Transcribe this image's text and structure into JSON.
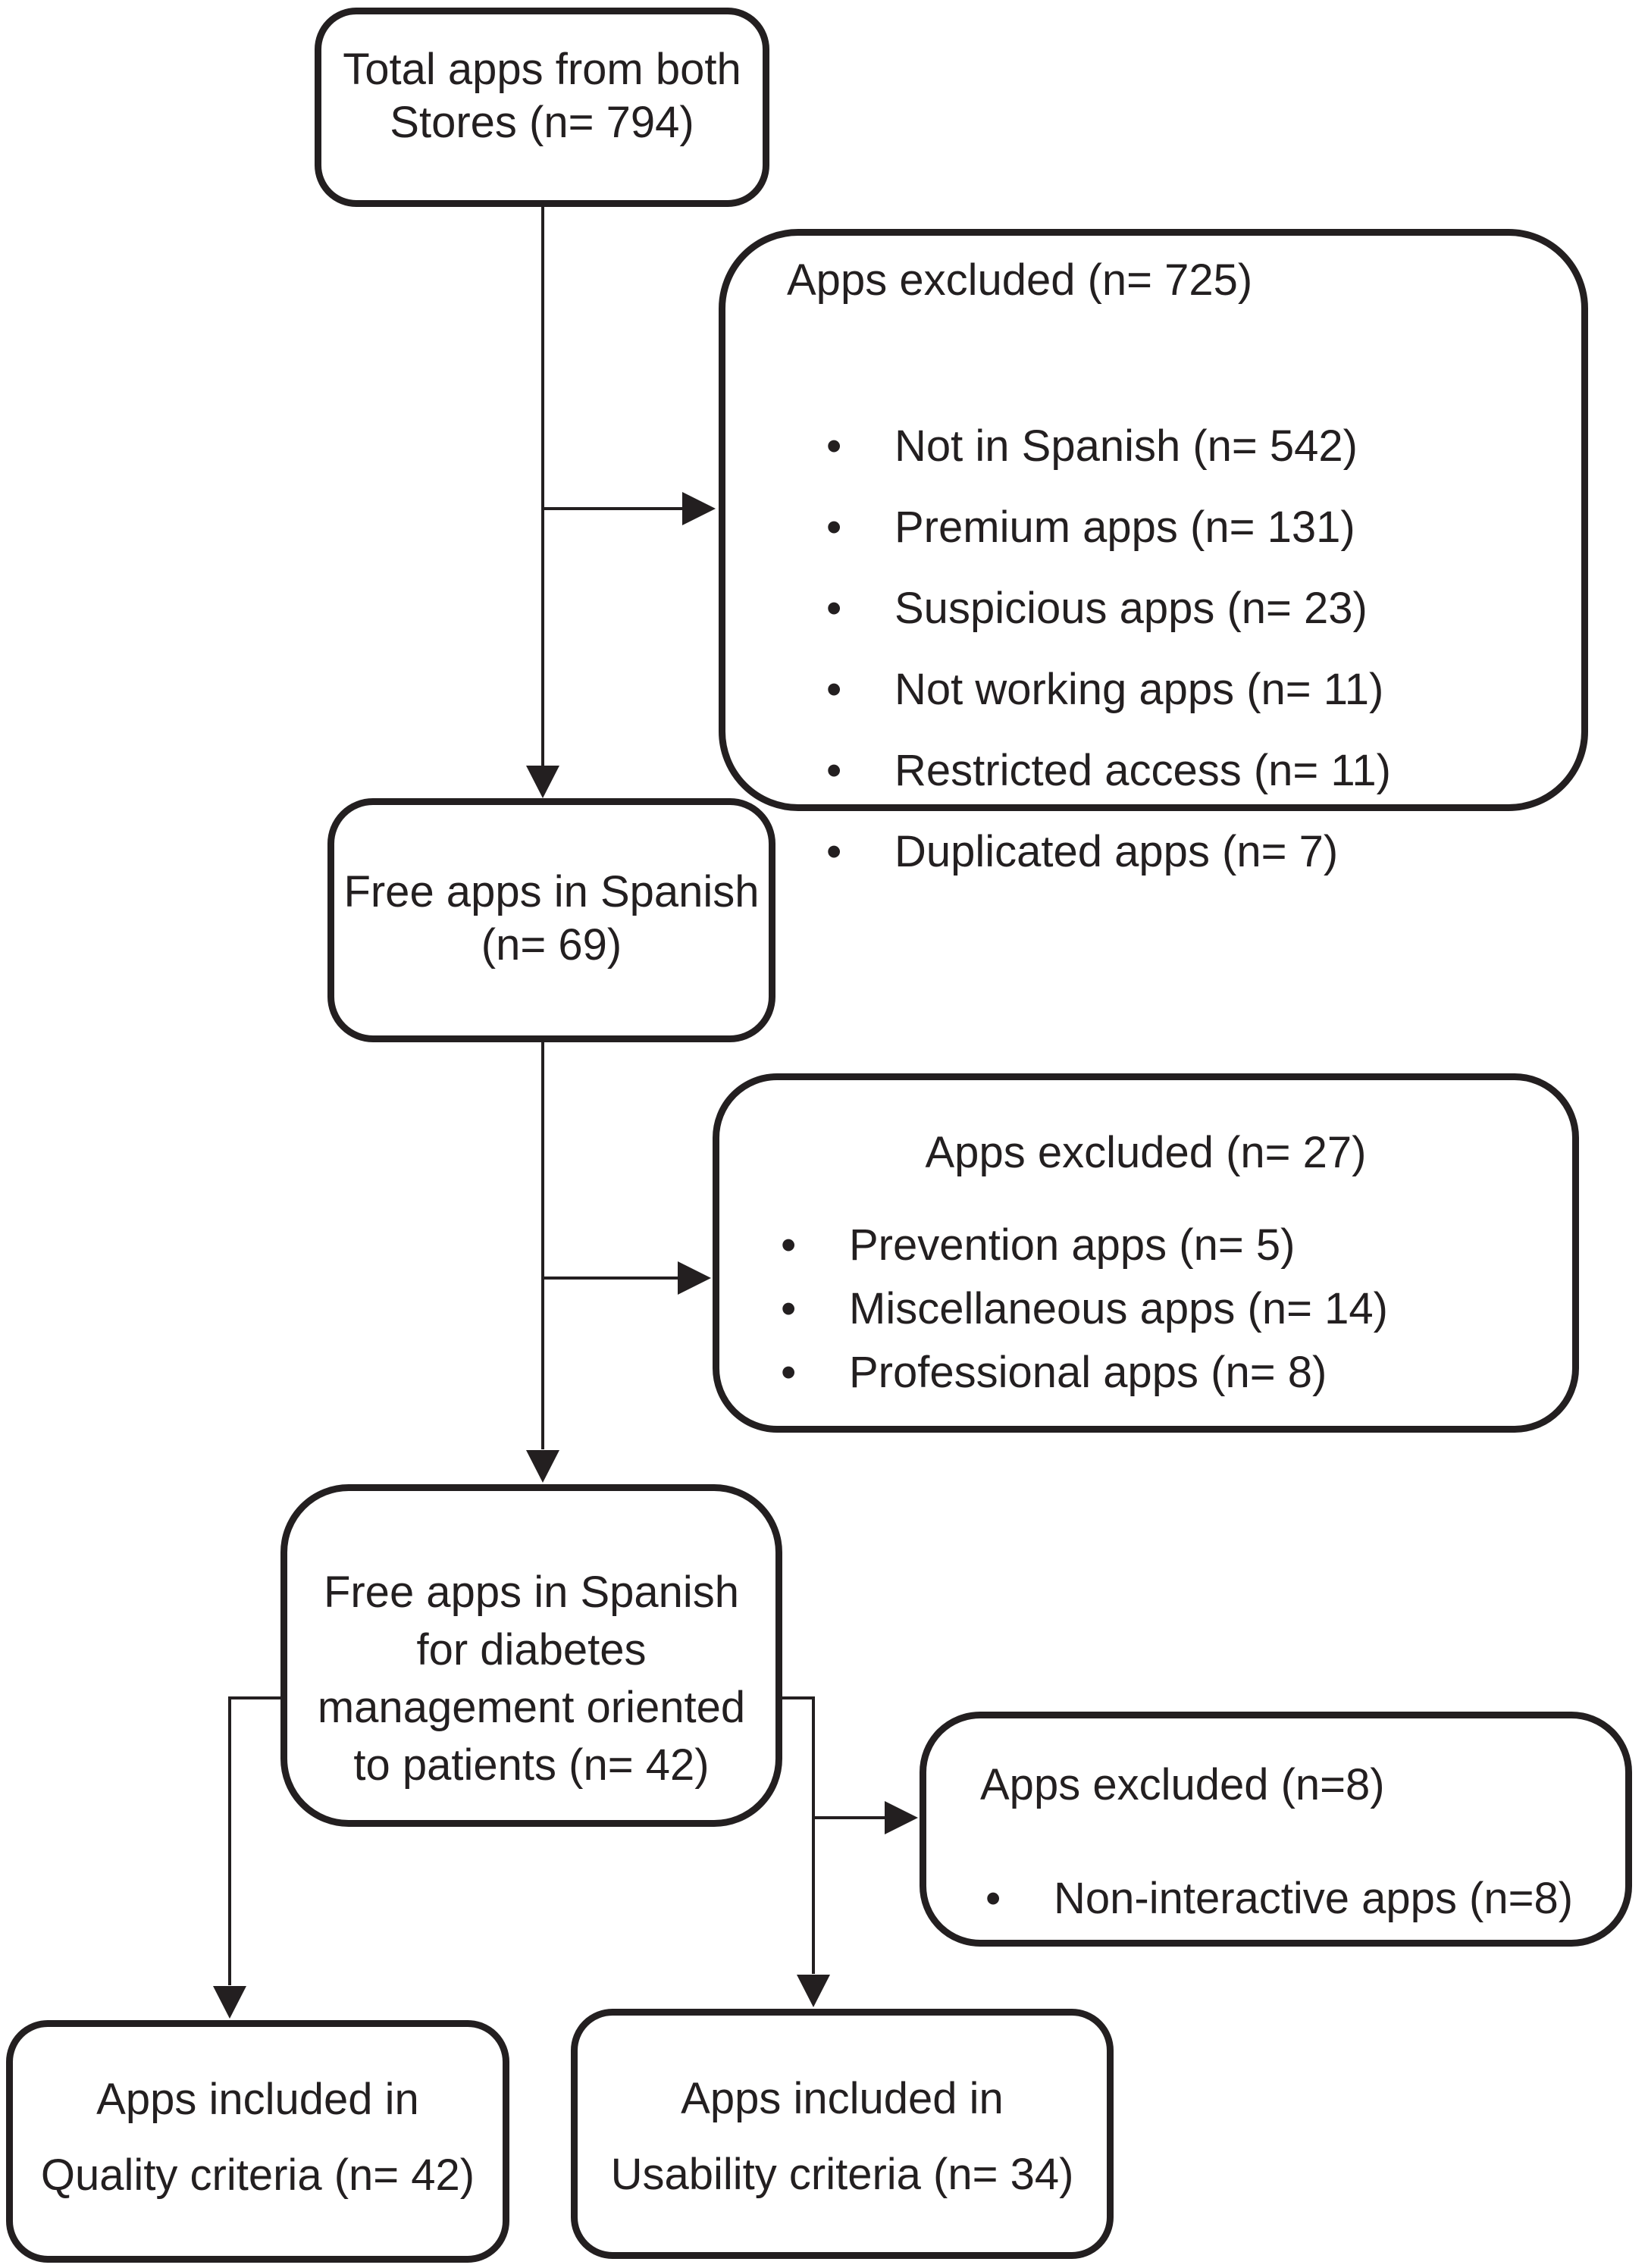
{
  "diagram": {
    "bullet_char": "•",
    "colors": {
      "line": "#231f20",
      "background": "#ffffff",
      "text": "#231f20"
    },
    "boxes": {
      "total_apps": {
        "lines": [
          "Total apps from both",
          "Stores (n= 794)"
        ]
      },
      "excluded_stage1": {
        "title": "Apps excluded (n= 725)",
        "items": [
          "Not in Spanish (n= 542)",
          "Premium apps (n= 131)",
          "Suspicious apps (n= 23)",
          "Not working apps (n= 11)",
          "Restricted access (n= 11)",
          "Duplicated apps (n= 7)"
        ]
      },
      "free_spanish": {
        "lines": [
          "Free apps in Spanish",
          "(n= 69)"
        ]
      },
      "excluded_stage2": {
        "title": "Apps excluded (n= 27)",
        "items": [
          "Prevention apps (n= 5)",
          "Miscellaneous apps (n= 14)",
          "Professional apps (n= 8)"
        ]
      },
      "free_diabetes": {
        "lines": [
          "Free apps in Spanish",
          "for diabetes",
          "management oriented",
          "to patients (n= 42)"
        ]
      },
      "excluded_stage3": {
        "title": "Apps excluded (n=8)",
        "items": [
          "Non-interactive apps (n=8)"
        ]
      },
      "quality": {
        "lines": [
          "Apps included in",
          "Quality criteria (n= 42)"
        ]
      },
      "usability": {
        "lines": [
          "Apps included in",
          "Usability criteria (n= 34)"
        ]
      }
    }
  }
}
